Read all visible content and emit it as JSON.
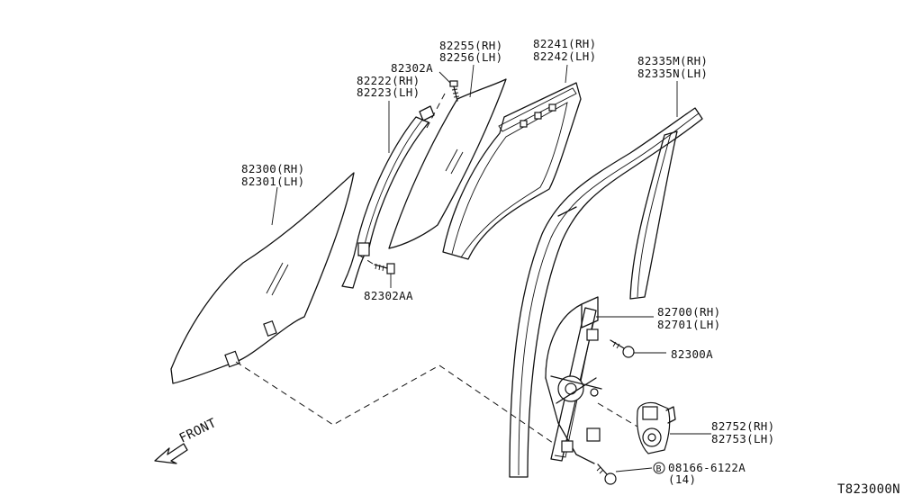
{
  "diagram_code": "T823000N",
  "front_label": "FRONT",
  "labels": {
    "front_glass": [
      "82300(RH)",
      "82301(LH)"
    ],
    "sash": [
      "82222(RH)",
      "82223(LH)"
    ],
    "screw_a": "82302A",
    "screw_aa": "82302AA",
    "quarter_glass": [
      "82255(RH)",
      "82256(LH)"
    ],
    "weatherstrip": [
      "82241(RH)",
      "82242(LH)"
    ],
    "run_channel": [
      "82335M(RH)",
      "82335N(LH)"
    ],
    "regulator": [
      "82700(RH)",
      "82701(LH)"
    ],
    "bolt": "82300A",
    "motor": [
      "82752(RH)",
      "82753(LH)"
    ],
    "fastener_code": "08166-6122A",
    "fastener_qty": "(14)",
    "fastener_badge": "B"
  }
}
